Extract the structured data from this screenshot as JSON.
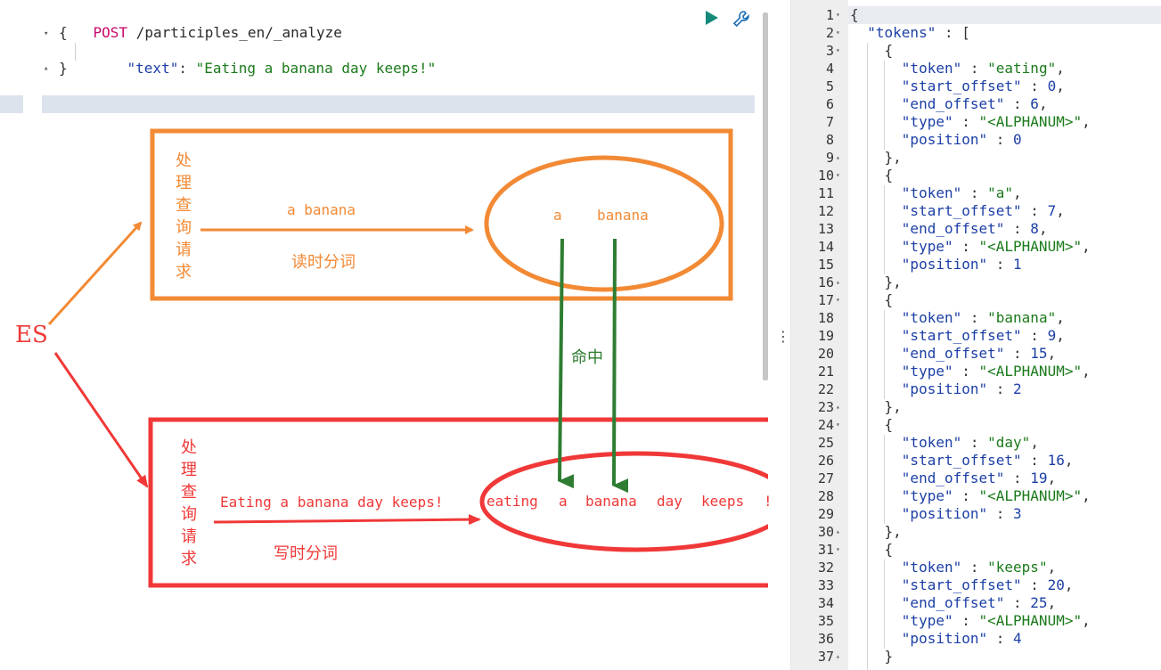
{
  "request": {
    "method": "POST",
    "path": "/participles_en/_analyze",
    "open_brace": "{",
    "body_key": "\"text\"",
    "body_sep": ": ",
    "body_value": "\"Eating a banana day keeps!\"",
    "close_brace": "}"
  },
  "diagram": {
    "es_label": "ES",
    "query_vertical": [
      "处",
      "理",
      "查",
      "询",
      "请",
      "求"
    ],
    "write_vertical": [
      "处",
      "理",
      "查",
      "询",
      "请",
      "求"
    ],
    "query_input": "a banana",
    "query_caption": "读时分词",
    "query_tokens": [
      "a",
      "banana"
    ],
    "hit_label": "命中",
    "write_input": "Eating a banana day keeps!",
    "write_caption": "写时分词",
    "write_tokens": [
      "eating",
      "a",
      "banana",
      "day",
      "keeps",
      "!"
    ],
    "colors": {
      "orange": "#f28a35",
      "red": "#f03838",
      "green": "#2e7d32"
    }
  },
  "response": {
    "lines": [
      {
        "n": "1",
        "fold": "▾",
        "text": "{"
      },
      {
        "n": "2",
        "fold": "▾",
        "text": "  \"tokens\" : ["
      },
      {
        "n": "3",
        "fold": "▾",
        "text": "    {"
      },
      {
        "n": "4",
        "fold": "",
        "text": "      \"token\" : \"eating\","
      },
      {
        "n": "5",
        "fold": "",
        "text": "      \"start_offset\" : 0,"
      },
      {
        "n": "6",
        "fold": "",
        "text": "      \"end_offset\" : 6,"
      },
      {
        "n": "7",
        "fold": "",
        "text": "      \"type\" : \"<ALPHANUM>\","
      },
      {
        "n": "8",
        "fold": "",
        "text": "      \"position\" : 0"
      },
      {
        "n": "9",
        "fold": "▴",
        "text": "    },"
      },
      {
        "n": "10",
        "fold": "▾",
        "text": "    {"
      },
      {
        "n": "11",
        "fold": "",
        "text": "      \"token\" : \"a\","
      },
      {
        "n": "12",
        "fold": "",
        "text": "      \"start_offset\" : 7,"
      },
      {
        "n": "13",
        "fold": "",
        "text": "      \"end_offset\" : 8,"
      },
      {
        "n": "14",
        "fold": "",
        "text": "      \"type\" : \"<ALPHANUM>\","
      },
      {
        "n": "15",
        "fold": "",
        "text": "      \"position\" : 1"
      },
      {
        "n": "16",
        "fold": "▴",
        "text": "    },"
      },
      {
        "n": "17",
        "fold": "▾",
        "text": "    {"
      },
      {
        "n": "18",
        "fold": "",
        "text": "      \"token\" : \"banana\","
      },
      {
        "n": "19",
        "fold": "",
        "text": "      \"start_offset\" : 9,"
      },
      {
        "n": "20",
        "fold": "",
        "text": "      \"end_offset\" : 15,"
      },
      {
        "n": "21",
        "fold": "",
        "text": "      \"type\" : \"<ALPHANUM>\","
      },
      {
        "n": "22",
        "fold": "",
        "text": "      \"position\" : 2"
      },
      {
        "n": "23",
        "fold": "▴",
        "text": "    },"
      },
      {
        "n": "24",
        "fold": "▾",
        "text": "    {"
      },
      {
        "n": "25",
        "fold": "",
        "text": "      \"token\" : \"day\","
      },
      {
        "n": "26",
        "fold": "",
        "text": "      \"start_offset\" : 16,"
      },
      {
        "n": "27",
        "fold": "",
        "text": "      \"end_offset\" : 19,"
      },
      {
        "n": "28",
        "fold": "",
        "text": "      \"type\" : \"<ALPHANUM>\","
      },
      {
        "n": "29",
        "fold": "",
        "text": "      \"position\" : 3"
      },
      {
        "n": "30",
        "fold": "▴",
        "text": "    },"
      },
      {
        "n": "31",
        "fold": "▾",
        "text": "    {"
      },
      {
        "n": "32",
        "fold": "",
        "text": "      \"token\" : \"keeps\","
      },
      {
        "n": "33",
        "fold": "",
        "text": "      \"start_offset\" : 20,"
      },
      {
        "n": "34",
        "fold": "",
        "text": "      \"end_offset\" : 25,"
      },
      {
        "n": "35",
        "fold": "",
        "text": "      \"type\" : \"<ALPHANUM>\","
      },
      {
        "n": "36",
        "fold": "",
        "text": "      \"position\" : 4"
      },
      {
        "n": "37",
        "fold": "▴",
        "text": "    }"
      }
    ]
  },
  "icons": {
    "run": "play-icon",
    "settings": "wrench-icon",
    "resize": "vertical-dots-icon"
  }
}
